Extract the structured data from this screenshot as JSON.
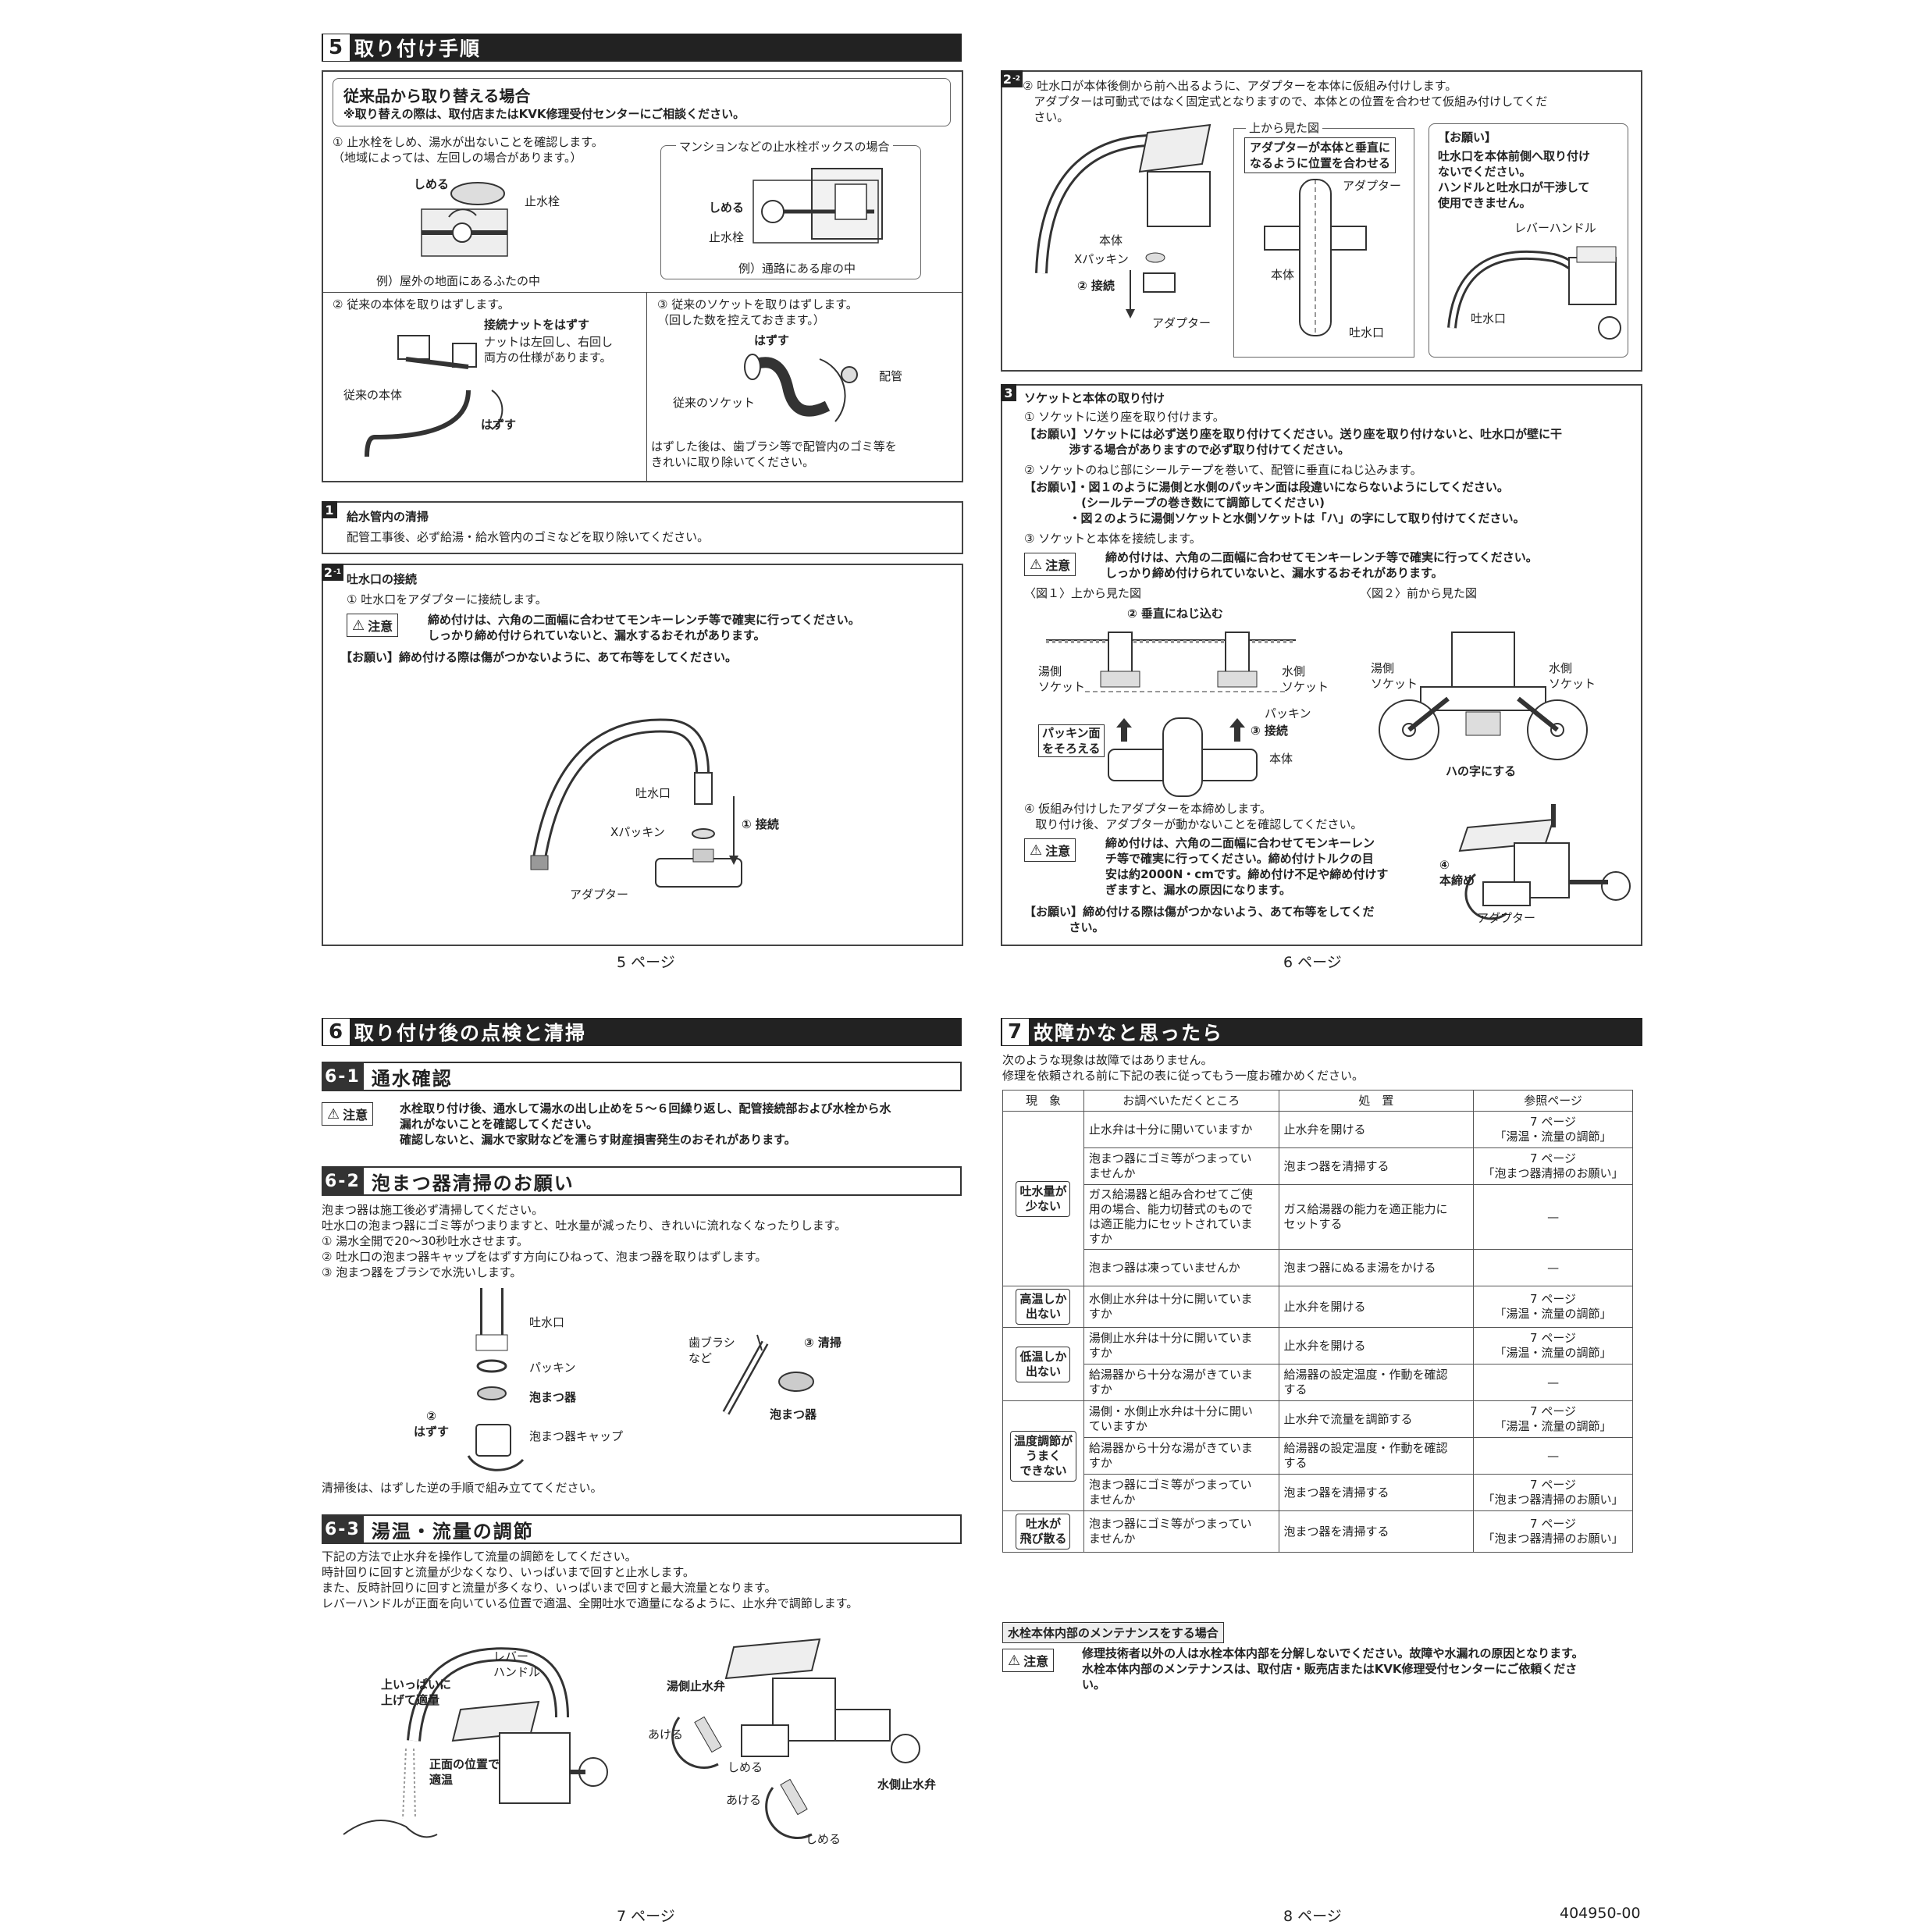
{
  "p5": {
    "sec_num": "5",
    "sec_title": "取り付け手順",
    "replace_title": "従来品から取り替える場合",
    "replace_note": "※取り替えの際は、取付店またはKVK修理受付センターにご相談ください。",
    "s1_text": "① 止水栓をしめ、湯水が出ないことを確認します。\n（地域によっては、左回しの場合があります。）",
    "s1_shimeru": "しめる",
    "s1_shisuisen": "止水栓",
    "s1_caption": "例）屋外の地面にあるふたの中",
    "box_mansion_title": "マンションなどの止水栓ボックスの場合",
    "box_shimeru": "しめる",
    "box_shisuisen": "止水栓",
    "box_caption": "例）通路にある扉の中",
    "s2_text": "② 従来の本体を取りはずします。",
    "s2_nut": "接続ナットをはずす",
    "s2_nut_note": "ナットは左回し、右回し\n両方の仕様があります。",
    "s2_body": "従来の本体",
    "s2_hazusu": "はずす",
    "s3_text": "③ 従来のソケットを取りはずします。\n（回した数を控えておきます。）",
    "s3_hazusu": "はずす",
    "s3_pipe": "配管",
    "s3_socket": "従来のソケット",
    "s3_after": "はずした後は、歯ブラシ等で配管内のゴミ等を\nきれいに取り除いてください。",
    "step1_num": "1",
    "step1_title": "給水管内の清掃",
    "step1_text": "配管工事後、必ず給湯・給水管内のゴミなどを取り除いてください。",
    "step21_num": "2",
    "step21_sup": "-1",
    "step21_title": "吐水口の接続",
    "step21_text": "① 吐水口をアダプターに接続します。",
    "caution_label": "注意",
    "step21_caution": "締め付けは、六角の二面幅に合わせてモンキーレンチ等で確実に行ってください。\nしっかり締め付けられていないと、漏水するおそれがあります。",
    "step21_request": "【お願い】締め付ける際は傷がつかないように、あて布等をしてください。",
    "fig_spout": "吐水口",
    "fig_packing": "Xパッキン",
    "fig_connect": "① 接続",
    "fig_adapter": "アダプター",
    "page": "5 ページ"
  },
  "p6": {
    "step22_num": "2",
    "step22_sup": "-2",
    "step22_text": "② 吐水口が本体後側から前へ出るように、アダプターを本体に仮組み付けします。\n   アダプターは可動式ではなく固定式となりますので、本体との位置を合わせて仮組み付けしてくだ\n   さい。",
    "fig_body": "本体",
    "fig_packing": "Xパッキン",
    "fig_connect": "② 接続",
    "fig_adapter": "アダプター",
    "top_view": "上から見た図",
    "top_note": "アダプターが本体と垂直に\nなるように位置を合わせる",
    "top_adapter": "アダプター",
    "top_body": "本体",
    "top_spout": "吐水口",
    "req_title": "【お願い】",
    "req_text": "吐水口を本体前側へ取り付け\nないでください。\nハンドルと吐水口が干渉して\n使用できません。",
    "req_lever": "レバーハンドル",
    "req_spout": "吐水口",
    "step3_num": "3",
    "step3_title": "ソケットと本体の取り付け",
    "step3_l1": "① ソケットに送り座を取り付けます。",
    "step3_l2": "【お願い】ソケットには必ず送り座を取り付けてください。送り座を取り付けないと、吐水口が壁に干\n           渉する場合がありますので必ず取り付けてください。",
    "step3_l3": "② ソケットのねじ部にシールテープを巻いて、配管に垂直にねじ込みます。",
    "step3_l4": "【お願い】・図１のように湯側と水側のパッキン面は段違いにならないようにしてください。\n              (シールテープの巻き数にて調節してください)\n           ・図２のように湯側ソケットと水側ソケットは「ハ」の字にして取り付けてください。",
    "step3_l5": "③ ソケットと本体を接続します。",
    "caution_label": "注意",
    "step3_caution": "締め付けは、六角の二面幅に合わせてモンキーレンチ等で確実に行ってください。\nしっかり締め付けられていないと、漏水するおそれがあります。",
    "fig1": "〈図１〉上から見た図",
    "fig2": "〈図２〉前から見た図",
    "fig1_screw": "② 垂直にねじ込む",
    "fig1_hot": "湯側\nソケット",
    "fig1_cold": "水側\nソケット",
    "fig1_packing": "パッキン",
    "fig1_align": "パッキン面\nをそろえる",
    "fig1_connect": "③ 接続",
    "fig1_body": "本体",
    "fig2_hot": "湯側\nソケット",
    "fig2_cold": "水側\nソケット",
    "fig2_ha": "ハの字にする",
    "step3_l6": "④ 仮組み付けしたアダプターを本締めします。\n   取り付け後、アダプターが動かないことを確認してください。",
    "step3_caution2": "締め付けは、六角の二面幅に合わせてモンキーレン\nチ等で確実に行ってください。締め付けトルクの目\n安は約2000N・cmです。締め付け不足や締め付けす\nぎますと、漏水の原因になります。",
    "step3_req": "【お願い】締め付ける際は傷がつかないよう、あて布等をしてくだ\n           さい。",
    "fig_final": "④\n本締め",
    "fig_final_adapter": "アダプター",
    "page": "6 ページ"
  },
  "p7": {
    "sec_num": "6",
    "sec_title": "取り付け後の点検と清掃",
    "s61_num": "6-1",
    "s61_title": "通水確認",
    "caution_label": "注意",
    "s61_caution": "水栓取り付け後、通水して湯水の出し止めを５～６回繰り返し、配管接続部および水栓から水\n漏れがないことを確認してください。\n確認しないと、漏水で家財などを濡らす財産損害発生のおそれがあります。",
    "s62_num": "6-2",
    "s62_title": "泡まつ器清掃のお願い",
    "s62_text": "泡まつ器は施工後必ず清掃してください。\n吐水口の泡まつ器にゴミ等がつまりますと、吐水量が減ったり、きれいに流れなくなったりします。\n① 湯水全開で20～30秒吐水させます。\n② 吐水口の泡まつ器キャップをはずす方向にひねって、泡まつ器を取りはずします。\n③ 泡まつ器をブラシで水洗いします。",
    "f62_spout": "吐水口",
    "f62_packing": "パッキン",
    "f62_aerator": "泡まつ器",
    "f62_remove": "②\nはずす",
    "f62_cap": "泡まつ器キャップ",
    "f62_brush": "歯ブラシ\nなど",
    "f62_clean": "③ 清掃",
    "f62_aerator2": "泡まつ器",
    "s62_after": "清掃後は、はずした逆の手順で組み立ててください。",
    "s63_num": "6-3",
    "s63_title": "湯温・流量の調節",
    "s63_text": "下記の方法で止水弁を操作して流量の調節をしてください。\n時計回りに回すと流量が少なくなり、いっぱいまで回すと止水します。\nまた、反時計回りに回すと流量が多くなり、いっぱいまで回すと最大流量となります。\nレバーハンドルが正面を向いている位置で適温、全開吐水で適量になるように、止水弁で調節します。",
    "f63_lever": "レバー\nハンドル",
    "f63_up": "上いっぱいに\n上げて適量",
    "f63_front": "正面の位置で\n適温",
    "f63_hot_valve": "湯側止水弁",
    "f63_open1": "あける",
    "f63_close1": "しめる",
    "f63_open2": "あける",
    "f63_close2": "しめる",
    "f63_cold_valve": "水側止水弁",
    "page": "7 ページ"
  },
  "p8": {
    "sec_num": "7",
    "sec_title": "故障かなと思ったら",
    "intro": "次のような現象は故障ではありません。\n修理を依頼される前に下記の表に従ってもう一度お確かめください。",
    "headers": [
      "現　象",
      "お調べいただくところ",
      "処　置",
      "参照ページ"
    ],
    "groups": [
      {
        "phenomenon": "吐水量が\n少ない",
        "rows": [
          {
            "check": "止水弁は十分に開いていますか",
            "action": "止水弁を開ける",
            "ref": "7 ページ\n「湯温・流量の調節」"
          },
          {
            "check": "泡まつ器にゴミ等がつまってい\nませんか",
            "action": "泡まつ器を清掃する",
            "ref": "7 ページ\n「泡まつ器清掃のお願い」"
          },
          {
            "check": "ガス給湯器と組み合わせてご使\n用の場合、能力切替式のもので\nは適正能力にセットされていま\nすか",
            "action": "ガス給湯器の能力を適正能力に\nセットする",
            "ref": "—"
          },
          {
            "check": "泡まつ器は凍っていませんか",
            "action": "泡まつ器にぬるま湯をかける",
            "ref": "—"
          }
        ]
      },
      {
        "phenomenon": "高温しか\n出ない",
        "rows": [
          {
            "check": "水側止水弁は十分に開いていま\nすか",
            "action": "止水弁を開ける",
            "ref": "7 ページ\n「湯温・流量の調節」"
          }
        ]
      },
      {
        "phenomenon": "低温しか\n出ない",
        "rows": [
          {
            "check": "湯側止水弁は十分に開いていま\nすか",
            "action": "止水弁を開ける",
            "ref": "7 ページ\n「湯温・流量の調節」"
          },
          {
            "check": "給湯器から十分な湯がきていま\nすか",
            "action": "給湯器の設定温度・作動を確認\nする",
            "ref": "—"
          }
        ]
      },
      {
        "phenomenon": "温度調節が\nうまく\nできない",
        "rows": [
          {
            "check": "湯側・水側止水弁は十分に開い\nていますか",
            "action": "止水弁で流量を調節する",
            "ref": "7 ページ\n「湯温・流量の調節」"
          },
          {
            "check": "給湯器から十分な湯がきていま\nすか",
            "action": "給湯器の設定温度・作動を確認\nする",
            "ref": "—"
          },
          {
            "check": "泡まつ器にゴミ等がつまってい\nませんか",
            "action": "泡まつ器を清掃する",
            "ref": "7 ページ\n「泡まつ器清掃のお願い」"
          }
        ]
      },
      {
        "phenomenon": "吐水が\n飛び散る",
        "rows": [
          {
            "check": "泡まつ器にゴミ等がつまってい\nませんか",
            "action": "泡まつ器を清掃する",
            "ref": "7 ページ\n「泡まつ器清掃のお願い」"
          }
        ]
      }
    ],
    "maint_tag": "水栓本体内部のメンテナンスをする場合",
    "caution_label": "注意",
    "maint_caution": "修理技術者以外の人は水栓本体内部を分解しないでください。故障や水漏れの原因となります。\n水栓本体内部のメンテナンスは、取付店・販売店またはKVK修理受付センターにご依頼くださ\nい。",
    "page": "8 ページ",
    "doc_code": "404950-00"
  }
}
